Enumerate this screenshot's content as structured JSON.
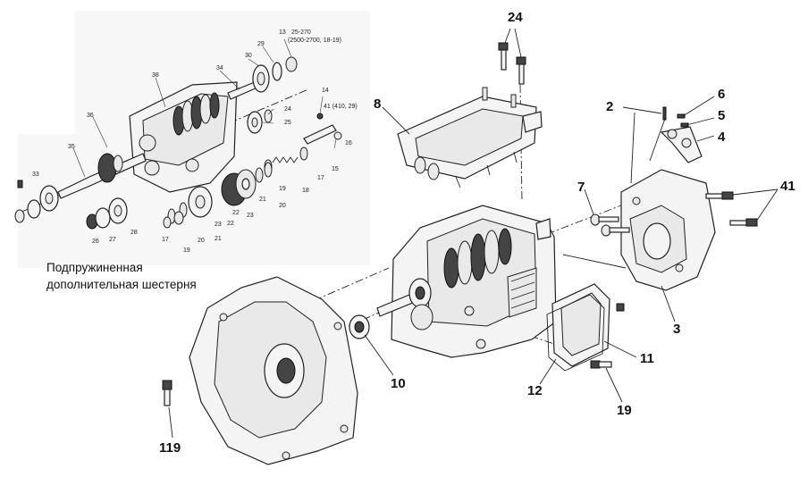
{
  "callouts_main": [
    "24",
    "8",
    "2",
    "6",
    "5",
    "4",
    "7",
    "41",
    "3",
    "10",
    "11",
    "12",
    "19",
    "119"
  ],
  "callouts_inset": [
    "13",
    "25-270",
    "(2500-2700, 18-19)",
    "29",
    "30",
    "34",
    "38",
    "14",
    "41 (410, 29)",
    "24",
    "25",
    "36",
    "16",
    "35",
    "15",
    "17",
    "33",
    "18",
    "19",
    "20",
    "21",
    "22",
    "23",
    "26",
    "27",
    "28",
    "17",
    "19",
    "20",
    "21",
    "22",
    "23"
  ],
  "caption": {
    "line1": "Подпружиненная",
    "line2": "дополнительная шестерня"
  }
}
